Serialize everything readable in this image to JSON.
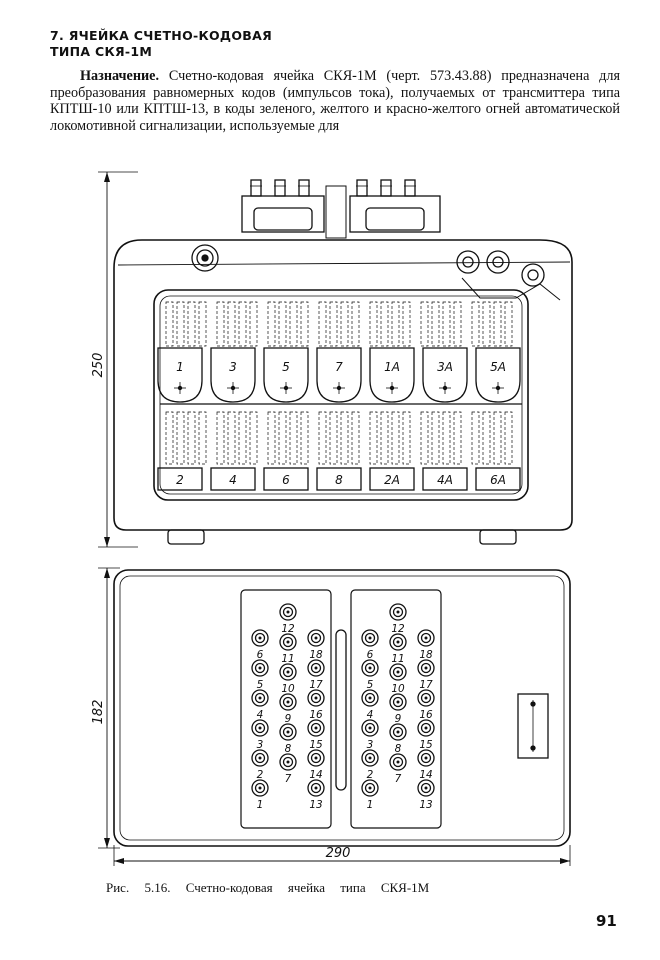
{
  "heading": {
    "line1": "7. ЯЧЕЙКА СЧЕТНО-КОДОВАЯ",
    "line2": "ТИПА СКЯ-1М"
  },
  "paragraph": {
    "label": "Назначение.",
    "text": "Счетно-кодовая ячейка СКЯ-1М (черт. 573.43.88) предназначена для преобразования равномерных кодов (импульсов тока), получаемых от трансмиттера типа КПТШ-10 или КПТШ-13, в коды зеленого, желтого и красно-желтого огней автоматической локомотивной сигнализации, используемые для"
  },
  "front_view": {
    "dimension_height": "250",
    "upper_row_labels": [
      "1",
      "3",
      "5",
      "7",
      "1А",
      "3А",
      "5А"
    ],
    "lower_row_labels": [
      "2",
      "4",
      "6",
      "8",
      "2А",
      "4А",
      "6А"
    ]
  },
  "top_view": {
    "dimension_height": "182",
    "dimension_width": "290",
    "left_column_labels": [
      "6",
      "5",
      "4",
      "3",
      "2",
      "1"
    ],
    "right_column_labels": [
      "18",
      "17",
      "16",
      "15",
      "14",
      "13"
    ],
    "center_column_labels": [
      "12",
      "11",
      "10",
      "9",
      "8",
      "7"
    ]
  },
  "caption": "Рис. 5.16. Счетно-кодовая ячейка типа СКЯ-1М",
  "page_number": "91"
}
